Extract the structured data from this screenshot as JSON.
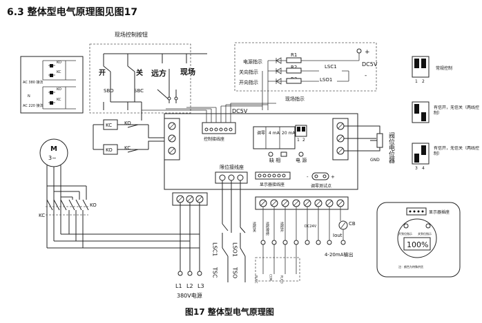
{
  "heading": "6.3 整体型电气原理图见图17",
  "caption": "图17  整体型电气原理图",
  "local_button_box": {
    "title": "现场控制按钮",
    "open_label": "开",
    "close_label": "关",
    "remote_label": "远方",
    "local_label": "现场",
    "sbo": "SBO",
    "sbc": "SBC"
  },
  "indicator_box": {
    "title": "现场指示",
    "rows": [
      {
        "label": "电源指示",
        "resistor": "R1"
      },
      {
        "label": "关向指示",
        "resistor": "R2"
      },
      {
        "label": "开向指示",
        "resistor": "R3"
      }
    ],
    "lsc1": "LSC1",
    "lso1": "LSO1",
    "supply": "DC5V",
    "plus": "+",
    "minus": "-"
  },
  "supply_box": {
    "ac380": "AC 380  接法",
    "ac220": "AC 220  接法",
    "n": "N",
    "ko": "KO",
    "kc": "KC"
  },
  "motor": {
    "m": "M",
    "phase": "3~"
  },
  "contactors": {
    "kc": "KC",
    "ko": "KO"
  },
  "main_board": {
    "dc5v": "DC5V",
    "control_terminal": "控制接线座",
    "limit_terminal": "限位接线座",
    "display_terminal": "显示器接线座",
    "adjust": "调零",
    "ma4": "4 mA",
    "ma20": "20 mA",
    "missing_phase": "缺 相",
    "power": "电 源",
    "zero_test": "调零测试点",
    "dip_12": [
      "1",
      "2"
    ],
    "remote_ctrl": "远控关",
    "remote_hold": "远控保持",
    "remote_open": "远控开",
    "dc24v": "DC24V",
    "iout": "Iout",
    "cb": "CB",
    "output": "4-20mA输出",
    "plicc": "PLICC",
    "pcom": "COM",
    "plico": "PLICO"
  },
  "limit_switch": {
    "lsc1": "LSC1",
    "lso1": "LSO1",
    "tsc": "TSC",
    "tso": "TSO"
  },
  "power_terminals": {
    "labels": [
      "L1",
      "L2",
      "L3"
    ],
    "title": "380V电源"
  },
  "potentiometer": {
    "label": "阀位电位器",
    "gnd": "GND"
  },
  "dip_settings": [
    {
      "text": "常规控制",
      "nums": [
        "1",
        "2"
      ]
    },
    {
      "text": "有信开，无信关（两线控制）",
      "nums": []
    },
    {
      "text": "有信开，无信关（两线控制）",
      "nums": [
        "3",
        "4"
      ]
    }
  ],
  "display_panel": {
    "terminal": "显示器插座",
    "open_pos": "开到位指示",
    "close_pos": "关到位指示",
    "percent": "100%",
    "note": "注：颜色为特殊供货"
  }
}
